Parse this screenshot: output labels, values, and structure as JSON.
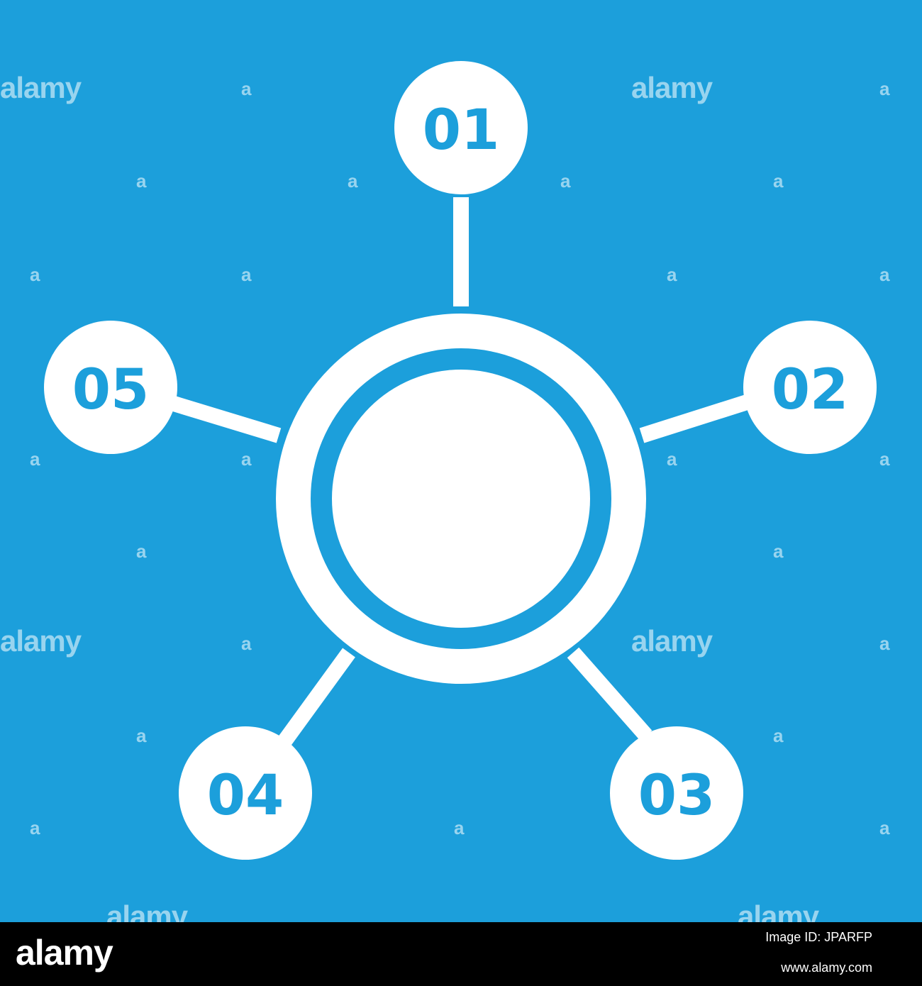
{
  "colors": {
    "background": "#1c9fdb",
    "foreground": "#ffffff",
    "footer": "#000000"
  },
  "diagram": {
    "center": {
      "label": ""
    },
    "nodes": [
      {
        "id": "node-01",
        "label": "01"
      },
      {
        "id": "node-02",
        "label": "02"
      },
      {
        "id": "node-03",
        "label": "03"
      },
      {
        "id": "node-04",
        "label": "04"
      },
      {
        "id": "node-05",
        "label": "05"
      }
    ]
  },
  "watermark": {
    "word": "alamy",
    "letter": "a"
  },
  "footer": {
    "logo": "alamy",
    "image_id_label": "Image ID: JPARFP",
    "url": "www.alamy.com"
  }
}
